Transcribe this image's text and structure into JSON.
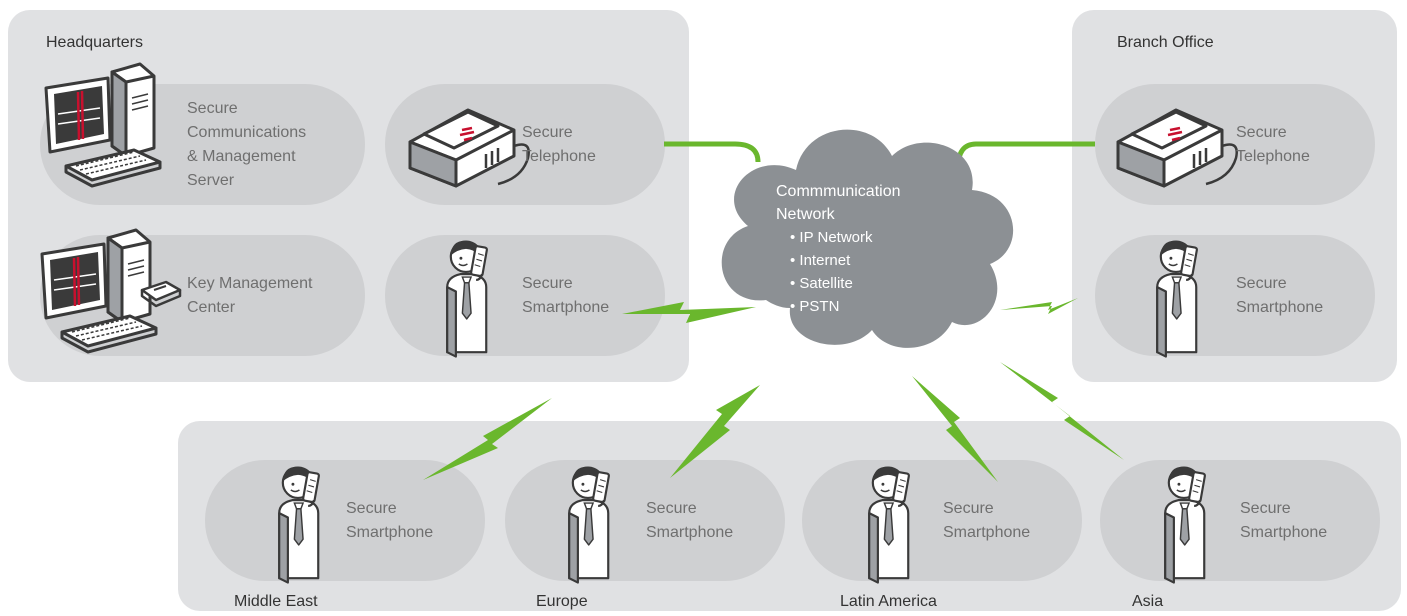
{
  "headquarters": {
    "title": "Headquarters",
    "server_label": [
      "Secure",
      "Communications",
      "& Management",
      "Server"
    ],
    "telephone_label": [
      "Secure",
      "Telephone"
    ],
    "kmc_label": [
      "Key Management",
      "Center"
    ],
    "smartphone_label": [
      "Secure",
      "Smartphone"
    ]
  },
  "branch": {
    "title": "Branch Office",
    "telephone_label": [
      "Secure",
      "Telephone"
    ],
    "smartphone_label": [
      "Secure",
      "Smartphone"
    ]
  },
  "network": {
    "title": [
      "Commmunication",
      "Network"
    ],
    "items": [
      "IP Network",
      "Internet",
      "Satellite",
      "PSTN"
    ]
  },
  "remote": [
    {
      "region": "Middle East",
      "label": [
        "Secure",
        "Smartphone"
      ]
    },
    {
      "region": "Europe",
      "label": [
        "Secure",
        "Smartphone"
      ]
    },
    {
      "region": "Latin America",
      "label": [
        "Secure",
        "Smartphone"
      ]
    },
    {
      "region": "Asia",
      "label": [
        "Secure",
        "Smartphone"
      ]
    }
  ],
  "colors": {
    "link_green": "#6ab72d",
    "cloud_gray": "#8c9094",
    "region_bg": "#e0e1e3",
    "pill_bg": "#cfd0d2"
  },
  "icons": [
    "desktop-computer-icon",
    "telephone-icon",
    "person-smartphone-icon",
    "cloud-icon",
    "lightning-link-icon"
  ]
}
